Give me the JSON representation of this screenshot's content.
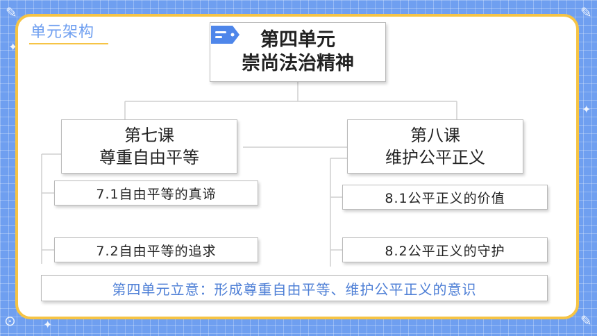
{
  "section_title": "单元架构",
  "root": {
    "line1": "第四单元",
    "line2": "崇尚法治精神"
  },
  "lessons": [
    {
      "line1": "第七课",
      "line2": "尊重自由平等",
      "items": [
        "7.1自由平等的真谛",
        "7.2自由平等的追求"
      ]
    },
    {
      "line1": "第八课",
      "line2": "维护公平正义",
      "items": [
        "8.1公平正义的价值",
        "8.2公平正义的守护"
      ]
    }
  ],
  "summary": "第四单元立意：形成尊重自由平等、维护公平正义的意识",
  "colors": {
    "background": "#6f9ff0",
    "card_border": "#f6c445",
    "accent_blue": "#4e7fd6",
    "tag_icon": "#4e86ea"
  },
  "icons": [
    "tag-icon",
    "pencil-icon",
    "ruler-icon",
    "star-icon",
    "compass-icon"
  ]
}
